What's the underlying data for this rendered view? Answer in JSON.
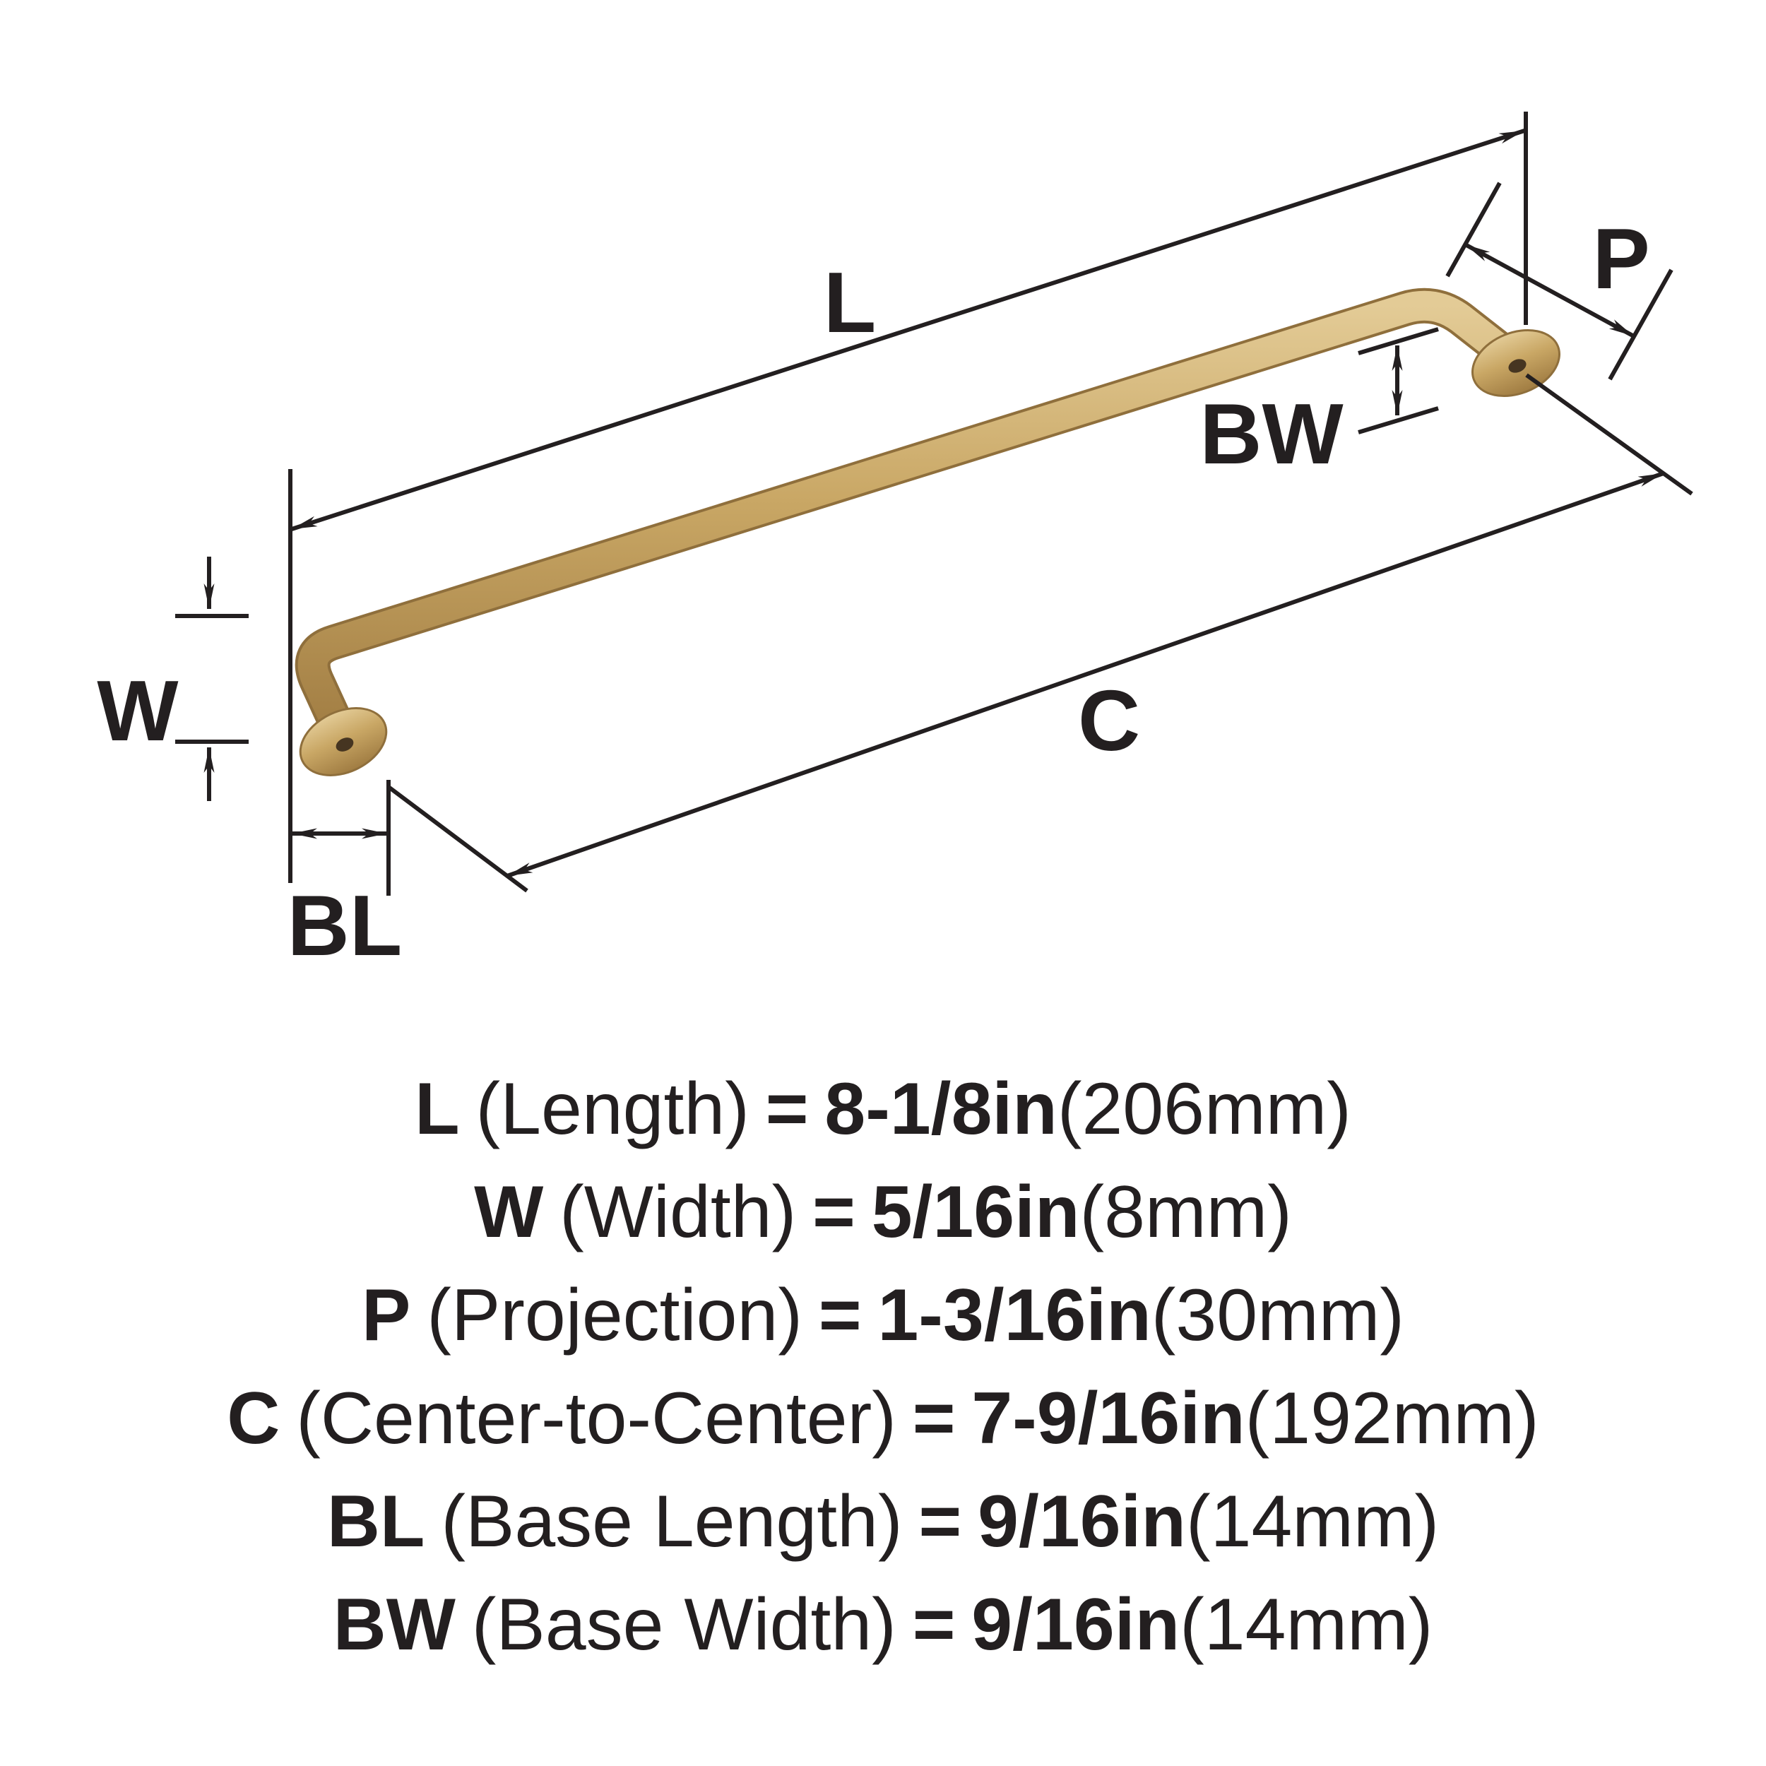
{
  "diagram": {
    "labels": {
      "L": "L",
      "W": "W",
      "P": "P",
      "C": "C",
      "BL": "BL",
      "BW": "BW"
    },
    "colors": {
      "line": "#231f20",
      "handle_light": "#e3cb96",
      "handle_mid": "#c9a765",
      "handle_dark": "#a07c42",
      "handle_edge": "#8f6f3c",
      "screw_hole": "#463521"
    }
  },
  "legend": {
    "rows": [
      {
        "key": "L",
        "desc": "(Length)",
        "eq": "=",
        "value": "8-1/8in",
        "metric": "(206mm)"
      },
      {
        "key": "W",
        "desc": "(Width)",
        "eq": "=",
        "value": "5/16in",
        "metric": "(8mm)"
      },
      {
        "key": "P",
        "desc": "(Projection)",
        "eq": "=",
        "value": "1-3/16in",
        "metric": "(30mm)"
      },
      {
        "key": "C",
        "desc": "(Center-to-Center)",
        "eq": "=",
        "value": "7-9/16in",
        "metric": "(192mm)"
      },
      {
        "key": "BL",
        "desc": "(Base Length)",
        "eq": "=",
        "value": "9/16in",
        "metric": "(14mm)"
      },
      {
        "key": "BW",
        "desc": "(Base Width)",
        "eq": "=",
        "value": "9/16in",
        "metric": "(14mm)"
      }
    ]
  }
}
